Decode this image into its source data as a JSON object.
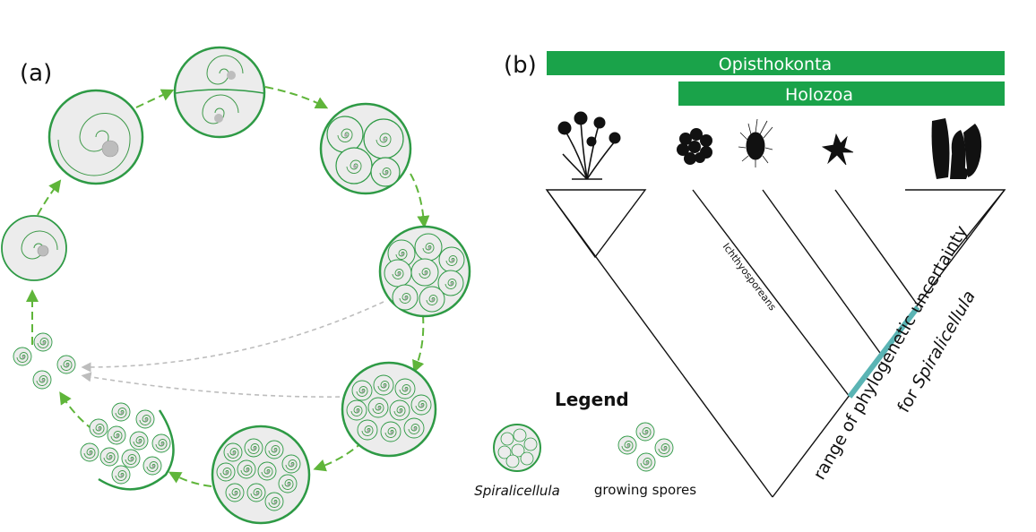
{
  "panel_a": {
    "label": "(a)"
  },
  "panel_b": {
    "label": "(b)"
  },
  "bars": {
    "opisthokonta": "Opisthokonta",
    "holozoa": "Holozoa"
  },
  "clade_label": "Ichthyosporeans",
  "uncertainty": {
    "line1": "range of phylogenetic uncertainty",
    "line2_prefix": "for ",
    "line2_italic": "Spiralicellula"
  },
  "legend": {
    "title": "Legend",
    "item1": "Spiralicellula",
    "item2": "growing spores"
  },
  "colors": {
    "green_bar": "#1aa34a",
    "cell_stroke": "#2e9a45",
    "arrow": "#5fb53a",
    "cell_fill": "#ececec",
    "uncertainty": "#5ab4b4",
    "dashed_gray": "#bdbdbd"
  },
  "icons": [
    "fungus-icon",
    "clustered-cells-icon",
    "ciliate-icon",
    "amoeba-icon",
    "sponge-icon"
  ]
}
